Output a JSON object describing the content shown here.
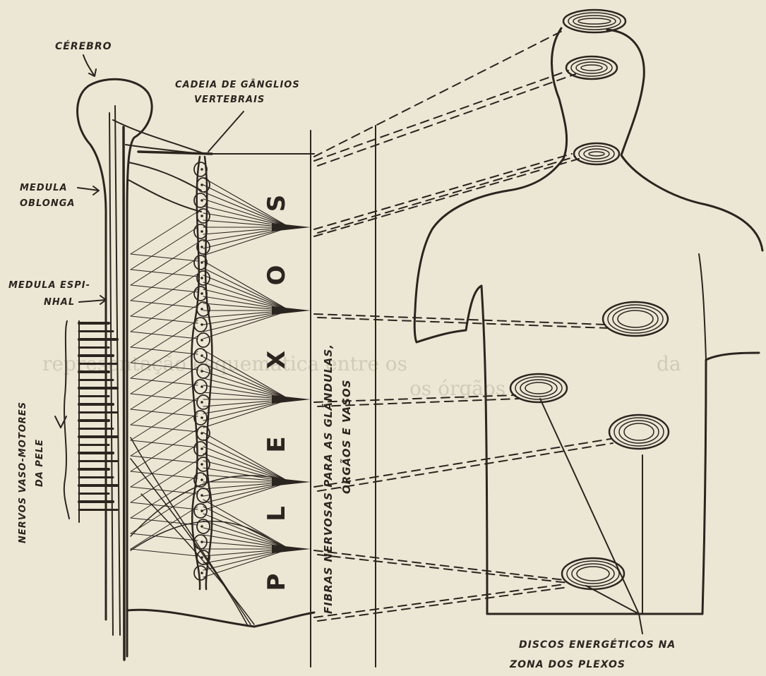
{
  "labels": {
    "cerebro": "CÉREBRO",
    "cadeia_line1": "CADEIA DE GÂNGLIOS",
    "cadeia_line2": "VERTEBRAIS",
    "medula_oblonga_line1": "MEDULA",
    "medula_oblonga_line2": "OBLONGA",
    "medula_espinhal_line1": "MEDULA ESPI-",
    "medula_espinhal_line2": "NHAL",
    "nervos_line1": "NERVOS VASO-MOTORES",
    "nervos_line2": "DA PELE",
    "fibras_line1": "FIBRAS NERVOSAS PARA AS GLÂNDULAS,",
    "fibras_line2": "ÓRGÃOS E VASOS",
    "discos_line1": "DISCOS ENERGÉTICOS NA",
    "discos_line2": "ZONA DOS PLEXOS"
  },
  "plexos_letters": [
    "S",
    "O",
    "X",
    "E",
    "L",
    "P"
  ],
  "ghost_text": {
    "caption_line1": "representação esquemática entre os",
    "caption_word2": "da",
    "caption_line2": "os órgãos"
  },
  "colors": {
    "paper": "#ece6d4",
    "ink": "#2b2520"
  }
}
